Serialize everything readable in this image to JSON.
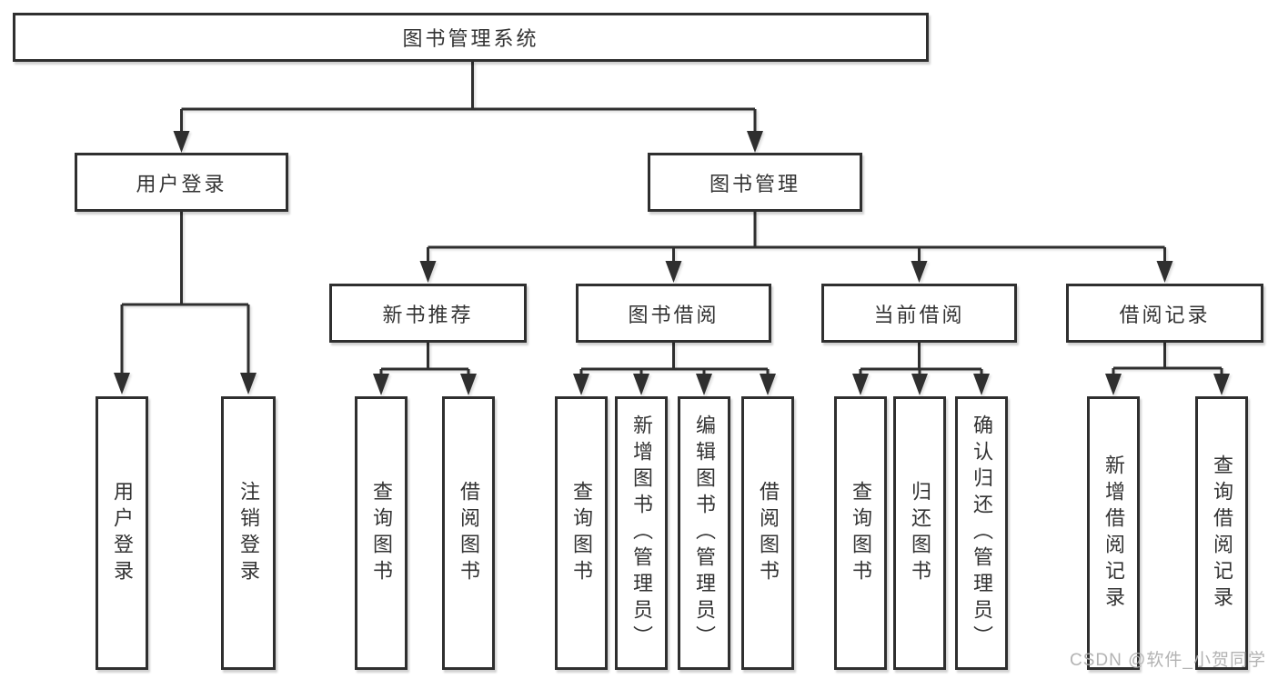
{
  "diagram": {
    "root": {
      "label": "图书管理系统"
    },
    "level2": [
      {
        "id": "user-login",
        "label": "用户登录"
      },
      {
        "id": "book-management",
        "label": "图书管理"
      }
    ],
    "level3": [
      {
        "id": "new-book-recommendation",
        "label": "新书推荐"
      },
      {
        "id": "book-borrowing",
        "label": "图书借阅"
      },
      {
        "id": "current-borrowing",
        "label": "当前借阅"
      },
      {
        "id": "borrowing-records",
        "label": "借阅记录"
      }
    ],
    "leaves": [
      {
        "label": "用户登录"
      },
      {
        "label": "注销登录"
      },
      {
        "label": "查询图书"
      },
      {
        "label": "借阅图书"
      },
      {
        "label": "查询图书"
      },
      {
        "label": "新增图书（管理员）"
      },
      {
        "label": "编辑图书（管理员）"
      },
      {
        "label": "借阅图书"
      },
      {
        "label": "查询图书"
      },
      {
        "label": "归还图书"
      },
      {
        "label": "确认归还（管理员）"
      },
      {
        "label": "新增借阅记录"
      },
      {
        "label": "查询借阅记录"
      }
    ]
  },
  "watermark": {
    "text": "CSDN @软件_小贺同学"
  },
  "colors": {
    "line": "#2f2f2f",
    "text": "#333333",
    "watermark": "#b5b5b5",
    "background": "#ffffff"
  }
}
